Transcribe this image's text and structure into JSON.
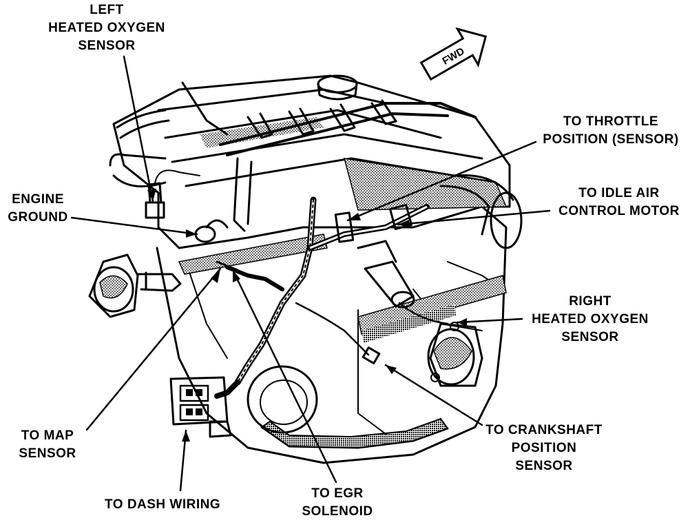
{
  "labels": {
    "left_o2": [
      "LEFT",
      "HEATED OXYGEN",
      "SENSOR"
    ],
    "engine_ground": [
      "ENGINE",
      "GROUND"
    ],
    "throttle": [
      "TO THROTTLE",
      "POSITION (SENSOR)"
    ],
    "idle_air": [
      "TO IDLE AIR",
      "CONTROL MOTOR"
    ],
    "right_o2": [
      "RIGHT",
      "HEATED OXYGEN",
      "SENSOR"
    ],
    "map": [
      "TO MAP",
      "SENSOR"
    ],
    "crankshaft": [
      "TO CRANKSHAFT",
      "POSITION",
      "SENSOR"
    ],
    "dash": [
      "TO DASH WIRING"
    ],
    "egr": [
      "TO EGR",
      "SOLENOID"
    ]
  },
  "fwd_arrow": "FWD",
  "ink_color": "#000000"
}
